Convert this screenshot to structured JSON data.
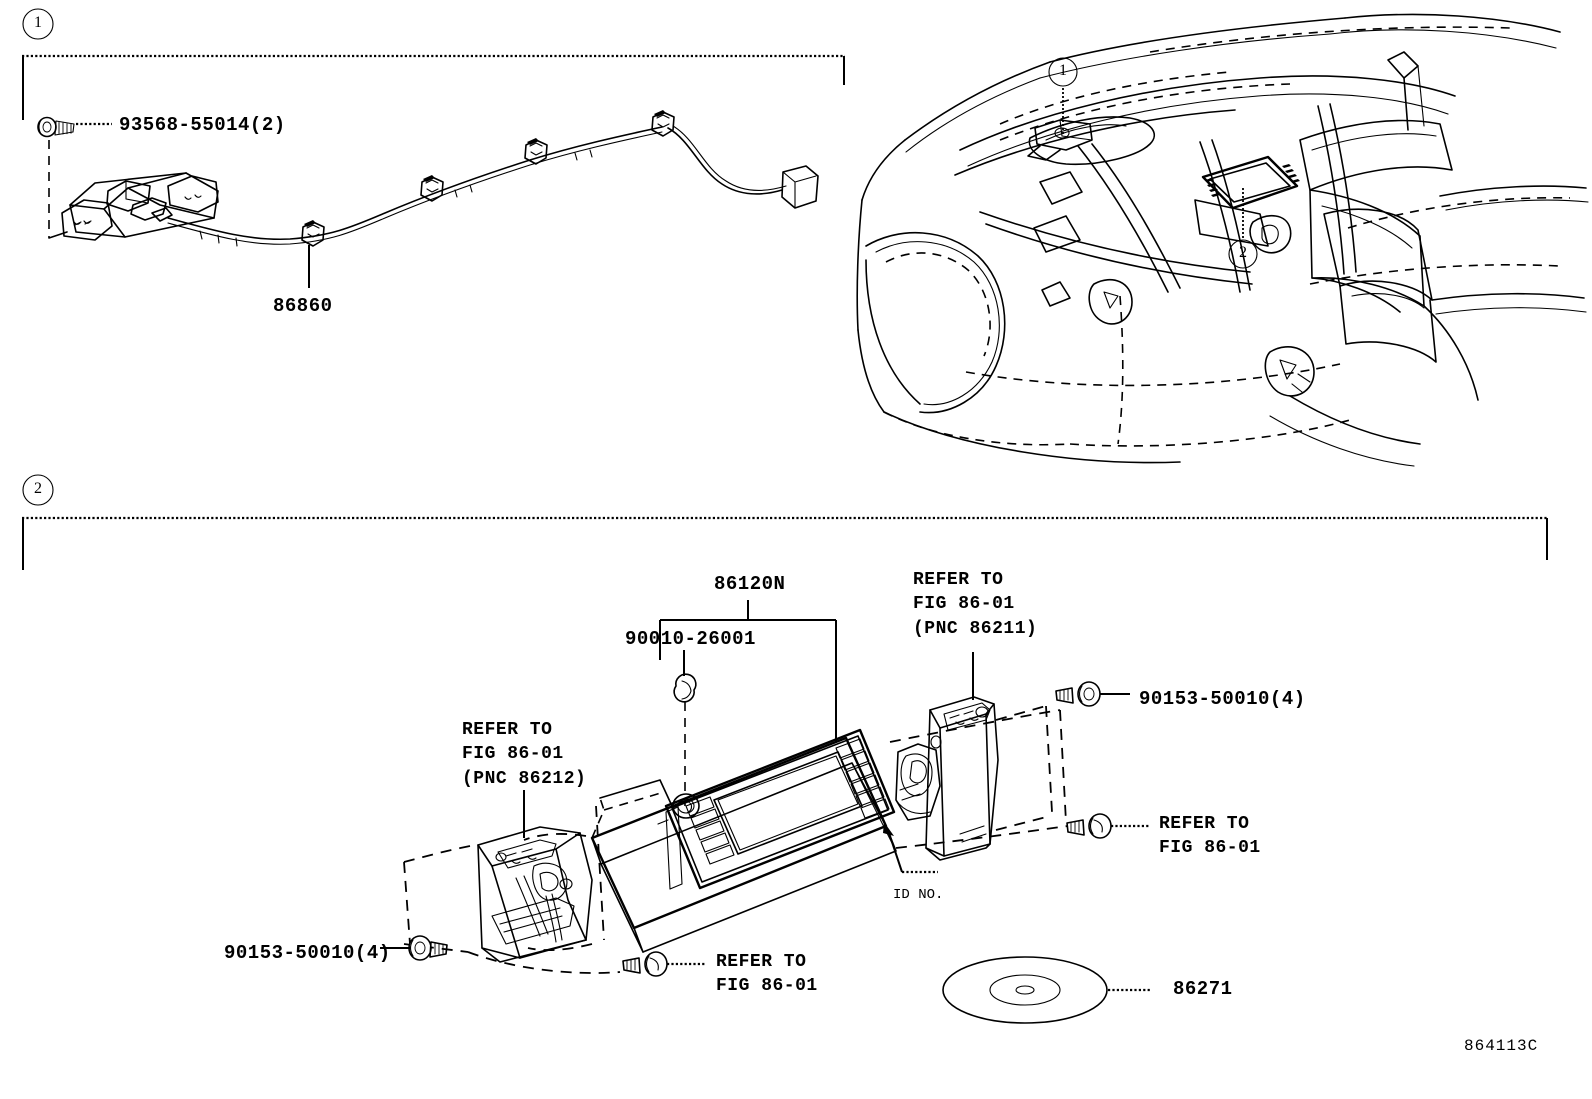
{
  "figure": {
    "code": "864113C",
    "sections": [
      {
        "number": "1"
      },
      {
        "number": "2"
      }
    ]
  },
  "section1": {
    "marker": "1",
    "parts": [
      {
        "id": "p93568",
        "number": "93568-55014(2)",
        "name": "antenna-screw"
      },
      {
        "id": "p86860",
        "number": "86860",
        "name": "antenna-assembly"
      }
    ]
  },
  "vehicle": {
    "callouts": [
      {
        "number": "1",
        "target": "roof-antenna-module"
      },
      {
        "number": "2",
        "target": "navigation-display-unit"
      }
    ]
  },
  "section2": {
    "marker": "2",
    "parts": [
      {
        "id": "p86120n",
        "number": "86120N",
        "name": "navigation-receiver-assembly"
      },
      {
        "id": "p90010",
        "number": "90010-26001",
        "name": "retainer-clip"
      },
      {
        "id": "p90153r",
        "number": "90153-50010(4)",
        "name": "screw-right-bracket"
      },
      {
        "id": "p90153l",
        "number": "90153-50010(4)",
        "name": "screw-left-bracket"
      },
      {
        "id": "p86271",
        "number": "86271",
        "name": "map-disc"
      }
    ],
    "references": [
      {
        "id": "ref86211",
        "line1": "REFER TO",
        "line2": "FIG 86-01",
        "line3": "(PNC 86211)"
      },
      {
        "id": "ref86212",
        "line1": "REFER TO",
        "line2": "FIG 86-01",
        "line3": "(PNC 86212)"
      },
      {
        "id": "refRight",
        "line1": "REFER TO",
        "line2": "FIG 86-01",
        "line3": ""
      },
      {
        "id": "refBottom",
        "line1": "REFER TO",
        "line2": "FIG 86-01",
        "line3": ""
      }
    ],
    "annotations": [
      {
        "id": "idno",
        "text": "ID NO."
      }
    ]
  }
}
